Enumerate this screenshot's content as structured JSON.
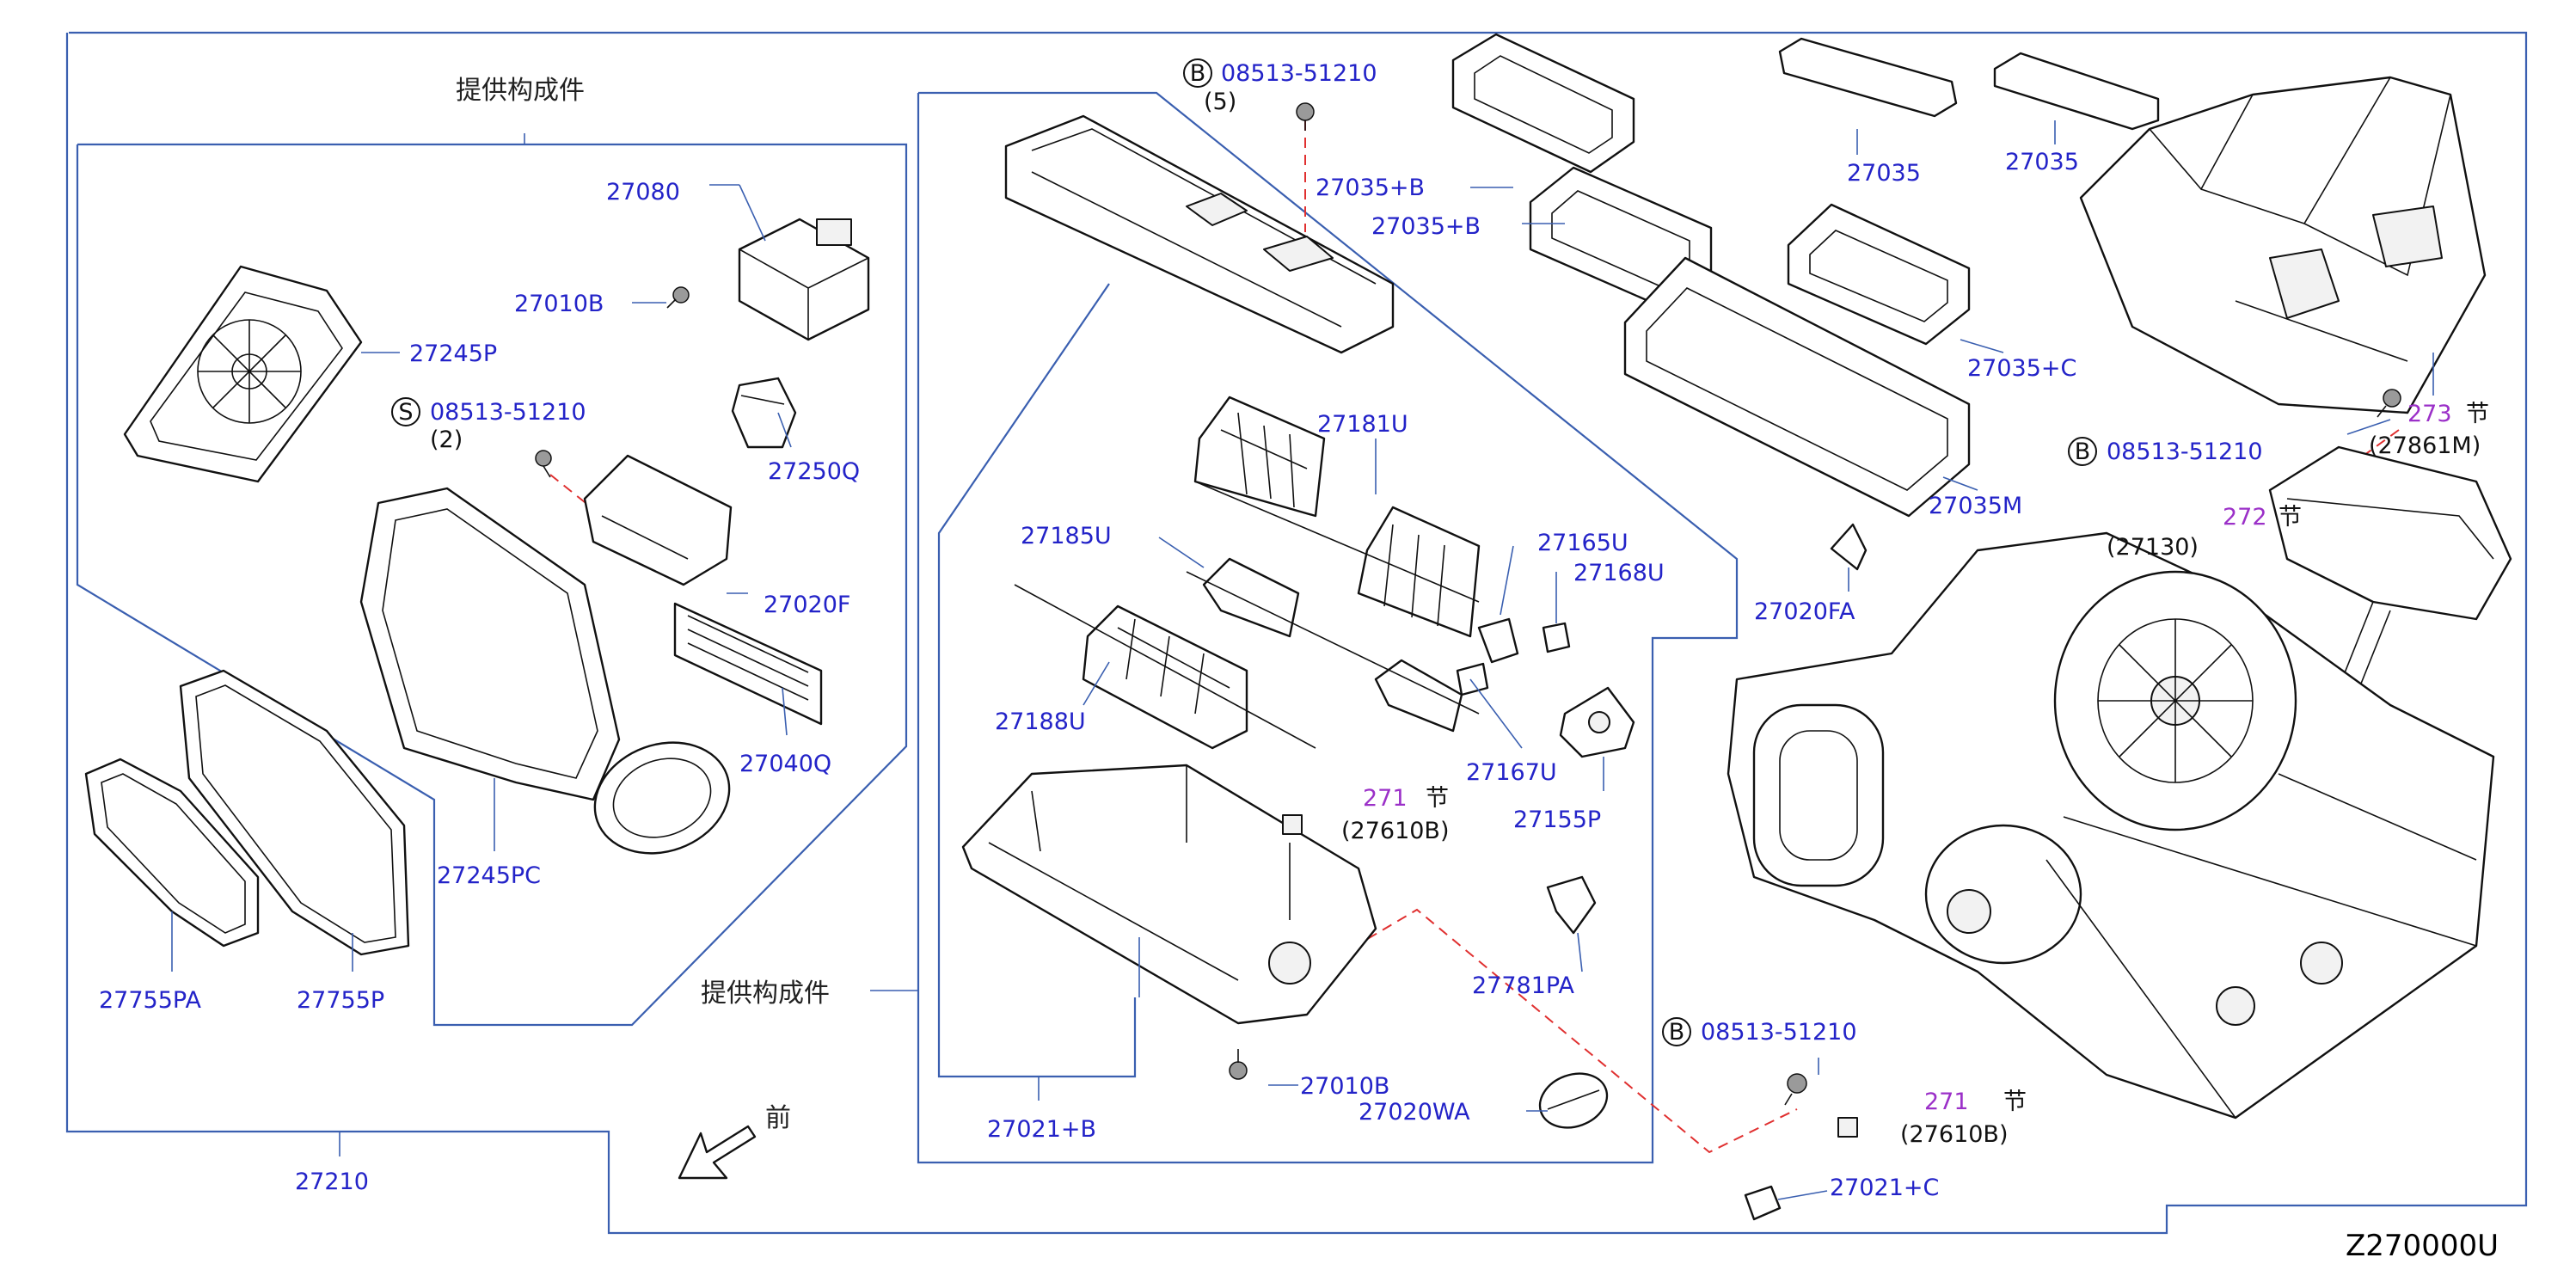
{
  "labels": {
    "supply_upper": "提供构成件",
    "supply_lower": "提供构成件",
    "front": "前",
    "section_mark": "节",
    "diagram_code": "Z270000U"
  },
  "markers": {
    "b": "B",
    "s": "S"
  },
  "parts": {
    "p27080": "27080",
    "p27010B_a": "27010B",
    "p27245P": "27245P",
    "p08513_s": "08513-51210",
    "qty_2": "(2)",
    "p27250Q": "27250Q",
    "p27020F": "27020F",
    "p27040Q": "27040Q",
    "p27245PC": "27245PC",
    "p27755PA": "27755PA",
    "p27755P": "27755P",
    "p27210": "27210",
    "p08513_b1": "08513-51210",
    "qty_5": "(5)",
    "p27035B_a": "27035+B",
    "p27035B_b": "27035+B",
    "p27035_a": "27035",
    "p27035_b": "27035",
    "p27035C": "27035+C",
    "p27035M": "27035M",
    "p27181U": "27181U",
    "p27185U": "27185U",
    "p27165U": "27165U",
    "p27168U": "27168U",
    "p27188U": "27188U",
    "p27167U": "27167U",
    "p27155P": "27155P",
    "sec271_a": "271",
    "p27610B_a": "(27610B)",
    "p27781PA": "27781PA",
    "p27010B_b": "27010B",
    "p27020WA": "27020WA",
    "p27021B": "27021+B",
    "p08513_b2": "08513-51210",
    "sec271_b": "271",
    "p27610B_b": "(27610B)",
    "p27021C": "27021+C",
    "p27020FA": "27020FA",
    "p08513_b3": "08513-51210",
    "sec273": "273",
    "p27861M": "(27861M)",
    "sec272": "272",
    "p27130": "(27130)"
  },
  "colors": {
    "part_number": "#2323c8",
    "section_ref": "#9b30c8",
    "boundary": "#3a5fb0",
    "dashed_leader": "#e03030"
  }
}
